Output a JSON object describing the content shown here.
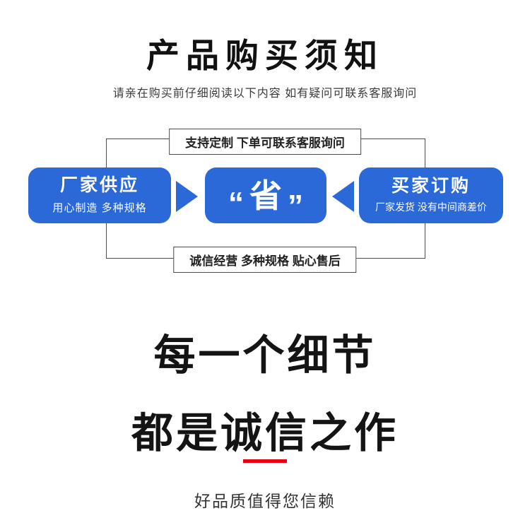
{
  "page": {
    "title": "产品购买须知",
    "subtitle": "请亲在购买前仔细阅读以下内容 如有疑问可联系客服询问"
  },
  "diagram": {
    "top_note": "支持定制 下单可联系客服询问",
    "bottom_note": "诚信经营 多种规格 贴心售后",
    "left_card": {
      "title": "厂家供应",
      "desc": "用心制造 多种规格"
    },
    "center_card": {
      "open_quote": "“",
      "text": "省",
      "close_quote": "”"
    },
    "right_card": {
      "title": "买家订购",
      "desc": "厂家发货 没有中间商差价"
    }
  },
  "slogan": {
    "line1": "每一个细节",
    "line2": "都是诚信之作"
  },
  "footer": {
    "text": "好品质值得您信赖"
  },
  "colors": {
    "accent_blue": "#2b68d8",
    "accent_red": "#e60012"
  }
}
